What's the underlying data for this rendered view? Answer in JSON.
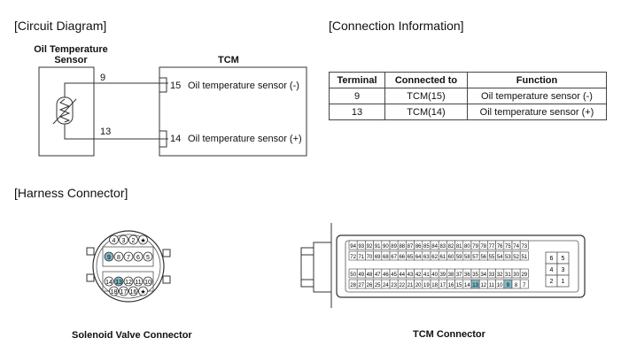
{
  "circuit": {
    "heading": "[Circuit Diagram]",
    "sensor_title_line1": "Oil Temperature",
    "sensor_title_line2": "Sensor",
    "tcm_title": "TCM",
    "wire1": {
      "sensor_pin": "9",
      "tcm_pin": "15",
      "label": "Oil temperature sensor (-)"
    },
    "wire2": {
      "sensor_pin": "13",
      "tcm_pin": "14",
      "label": "Oil temperature sensor (+)"
    }
  },
  "connection": {
    "heading": "[Connection Information]",
    "columns": [
      "Terminal",
      "Connected to",
      "Function"
    ],
    "rows": [
      [
        "9",
        "TCM(15)",
        "Oil temperature sensor (-)"
      ],
      [
        "13",
        "TCM(14)",
        "Oil temperature sensor (+)"
      ]
    ]
  },
  "harness": {
    "heading": "[Harness Connector]",
    "solenoid_label": "Solenoid Valve Connector",
    "tcm_label": "TCM Connector",
    "solenoid_rows": [
      [
        "4",
        "3",
        "2",
        "★"
      ],
      [
        "9",
        "8",
        "7",
        "6",
        "5"
      ],
      [
        "14",
        "13",
        "12",
        "11",
        "10"
      ],
      [
        "18",
        "17",
        "16",
        "★"
      ]
    ],
    "solenoid_highlight": [
      "9",
      "13"
    ],
    "tcm_upper_row1": [
      "94",
      "93",
      "92",
      "91",
      "90",
      "89",
      "88",
      "87",
      "86",
      "85",
      "84",
      "83",
      "82",
      "81",
      "80",
      "79",
      "78",
      "77",
      "76",
      "75",
      "74",
      "73"
    ],
    "tcm_upper_row2": [
      "72",
      "71",
      "70",
      "69",
      "68",
      "67",
      "66",
      "65",
      "64",
      "63",
      "62",
      "61",
      "60",
      "59",
      "58",
      "57",
      "56",
      "55",
      "54",
      "53",
      "52",
      "51"
    ],
    "tcm_lower_row1": [
      "50",
      "49",
      "48",
      "47",
      "46",
      "45",
      "44",
      "43",
      "42",
      "41",
      "40",
      "39",
      "38",
      "37",
      "36",
      "35",
      "34",
      "33",
      "32",
      "31",
      "30",
      "29"
    ],
    "tcm_lower_row2": [
      "28",
      "27",
      "26",
      "25",
      "24",
      "23",
      "22",
      "21",
      "20",
      "19",
      "18",
      "17",
      "16",
      "15",
      "14",
      "13",
      "12",
      "11",
      "10",
      "9",
      "8",
      "7"
    ],
    "tcm_side": [
      [
        "6",
        "5"
      ],
      [
        "4",
        "3"
      ],
      [
        "2",
        "1"
      ]
    ],
    "tcm_highlight": [
      "13",
      "9"
    ],
    "highlight_color": "#7fb7c4"
  }
}
